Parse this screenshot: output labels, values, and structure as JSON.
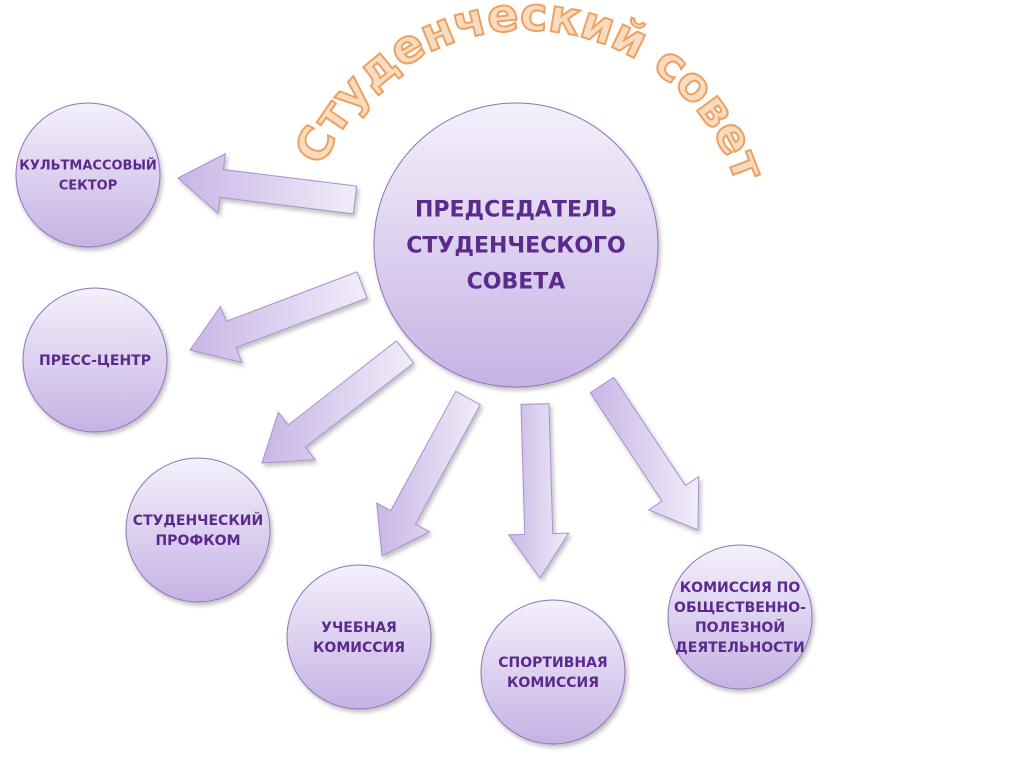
{
  "title": "Студенческий совет",
  "center": {
    "lines": [
      "ПРЕДСЕДАТЕЛЬ",
      "СТУДЕНЧЕСКОГО",
      "СОВЕТА"
    ]
  },
  "nodes": [
    {
      "id": "cultural-sector",
      "lines": [
        "КУЛЬТМАССОВЫЙ",
        "СЕКТОР"
      ]
    },
    {
      "id": "press-center",
      "lines": [
        "ПРЕСС-ЦЕНТР"
      ]
    },
    {
      "id": "student-union",
      "lines": [
        "СТУДЕНЧЕСКИЙ",
        "ПРОФКОМ"
      ]
    },
    {
      "id": "academic-commission",
      "lines": [
        "УЧЕБНАЯ",
        "КОМИССИЯ"
      ]
    },
    {
      "id": "sports-commission",
      "lines": [
        "СПОРТИВНАЯ",
        "КОМИССИЯ"
      ]
    },
    {
      "id": "community-commission",
      "lines": [
        "КОМИССИЯ ПО",
        "ОБЩЕСТВЕННО-",
        "ПОЛЕЗНОЙ",
        "ДЕЯТЕЛЬНОСТИ"
      ]
    }
  ],
  "colors": {
    "circle_top": "#f4f0fb",
    "circle_bottom": "#c6b2e4",
    "stroke": "#8e74b8",
    "text": "#5a2a8c",
    "title_fill": "#f9dcc0",
    "title_stroke": "#eea060"
  }
}
